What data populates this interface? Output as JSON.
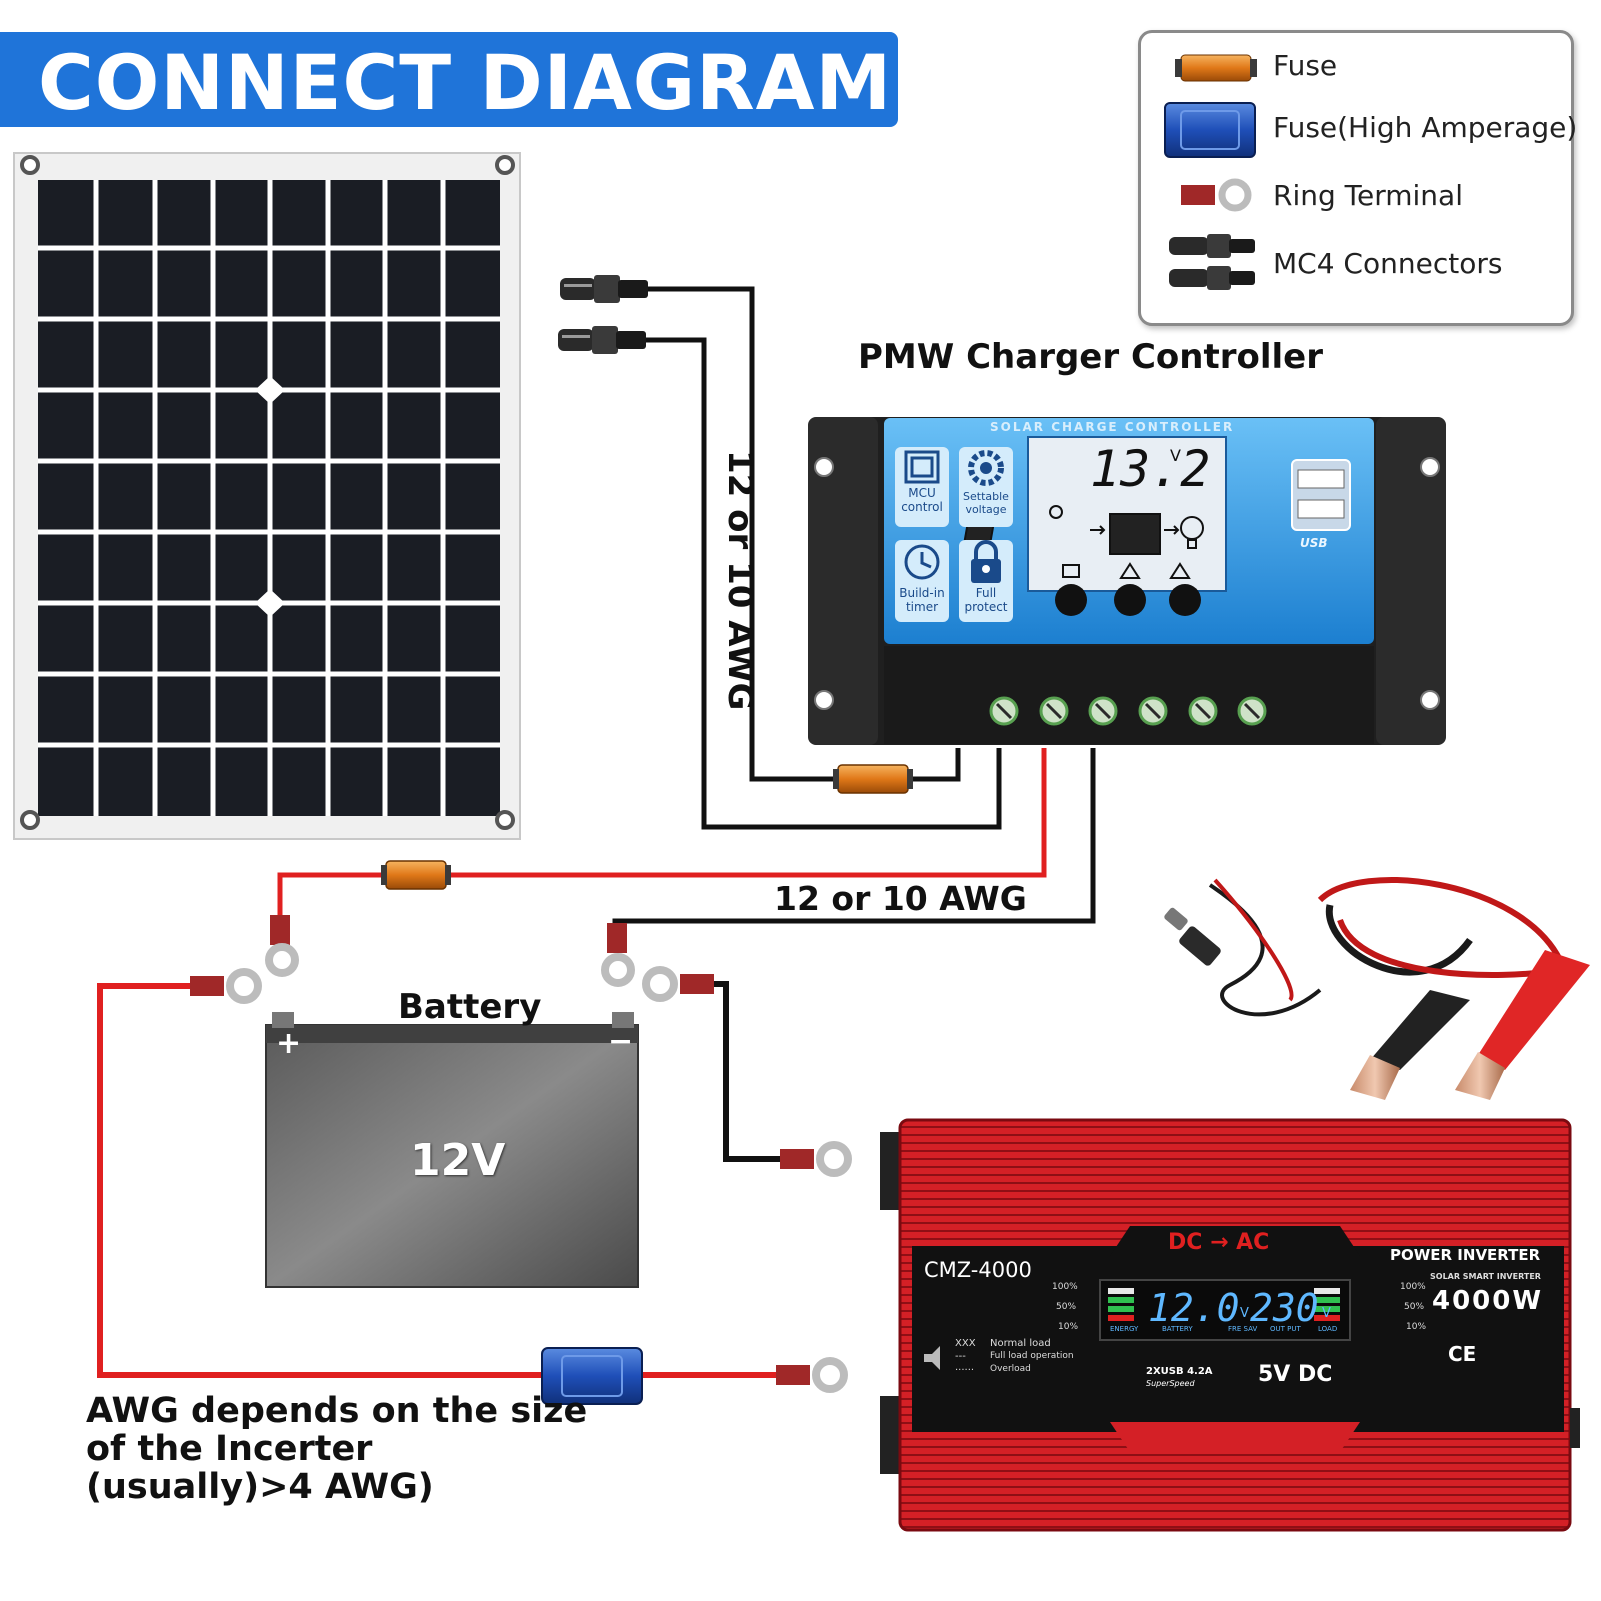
{
  "title": "CONNECT DIAGRAM",
  "legend": {
    "items": [
      {
        "label": "Fuse",
        "icon": "fuse-icon"
      },
      {
        "label": "Fuse(High Amperage)",
        "icon": "high-amp-fuse-icon"
      },
      {
        "label": "Ring Terminal",
        "icon": "ring-terminal-icon"
      },
      {
        "label": "MC4 Connectors",
        "icon": "mc4-connector-icon"
      }
    ]
  },
  "labels": {
    "controller": "PMW Charger Controller",
    "wire_vertical": "12 or 10 AWG",
    "wire_horizontal": "12 or 10 AWG",
    "battery": "Battery",
    "awg_note_line1": "AWG depends on the size",
    "awg_note_line2": "of the Incerter",
    "awg_note_line3": "(usually)>4 AWG)"
  },
  "controller": {
    "header": "SOLAR CHARGE CONTROLLER",
    "reading_value": "13.2",
    "reading_unit": "V",
    "features": [
      {
        "label1": "MCU",
        "label2": "control",
        "icon": "chip-icon"
      },
      {
        "label1": "Settable",
        "label2": "voltage",
        "icon": "gear-icon"
      },
      {
        "label1": "Build-in",
        "label2": "timer",
        "icon": "clock-icon"
      },
      {
        "label1": "Full",
        "label2": "protect",
        "icon": "lock-icon"
      }
    ],
    "usb_label": "USB"
  },
  "battery": {
    "voltage": "12V",
    "plus": "+",
    "minus": "−"
  },
  "inverter": {
    "direction": "DC → AC",
    "model": "CMZ-4000",
    "product": "POWER INVERTER",
    "subtitle": "SOLAR SMART INVERTER",
    "power": "4000W",
    "input_reading": "12.0",
    "input_unit": "V",
    "output_reading": "230",
    "output_unit": "V",
    "levels_left": [
      "100%",
      "50%",
      "10%"
    ],
    "levels_right": [
      "100%",
      "50%",
      "10%"
    ],
    "indicator_labels": [
      "ENERGY",
      "BATTERY",
      "FRE SAV",
      "OUT PUT",
      "LOAD"
    ],
    "status_lines": [
      {
        "symbol": "XXX",
        "text": "Normal load"
      },
      {
        "symbol": "---",
        "text": "Full load operation"
      },
      {
        "symbol": "......",
        "text": "Overload"
      }
    ],
    "usb_text": "2XUSB 4.2A",
    "usb_sub": "SuperSpeed",
    "dc_output": "5V DC",
    "marks": "CE"
  },
  "colors": {
    "banner": "#1f74d9",
    "wire_red": "#e02020",
    "wire_black": "#111111",
    "fuse_orange": "#e07818",
    "fuse_blue": "#1f4fb8",
    "controller_blue": "#3aa0e8",
    "inverter_red": "#d8202a"
  }
}
